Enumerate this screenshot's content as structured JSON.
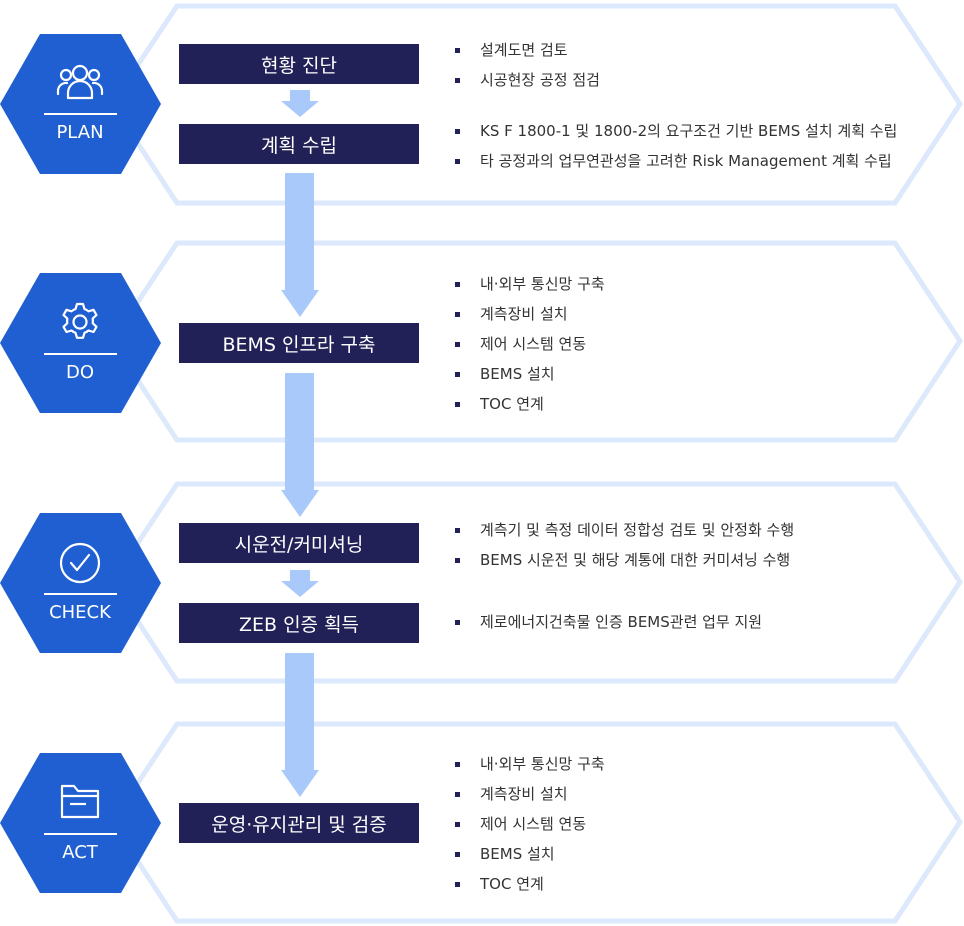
{
  "colors": {
    "hex_fill": "#1f5fd1",
    "panel_border": "#dce8fb",
    "step_fill": "#222157",
    "arrow": "#a9c9fb",
    "text": "#333333",
    "bullet": "#222157"
  },
  "phases": [
    {
      "label": "PLAN",
      "icon": "users-icon",
      "steps": [
        "현황 진단",
        "계획 수립"
      ],
      "bullet_groups": [
        [
          "설계도면 검토",
          "시공현장 공정 점검"
        ],
        [
          "KS F 1800-1 및 1800-2의 요구조건 기반 BEMS 설치 계획 수립",
          "타 공정과의 업무연관성을 고려한 Risk Management 계획 수립"
        ]
      ]
    },
    {
      "label": "DO",
      "icon": "gear-icon",
      "steps": [
        "BEMS 인프라 구축"
      ],
      "bullet_groups": [
        [
          "내·외부 통신망 구축",
          "계측장비 설치",
          "제어 시스템 연동",
          "BEMS 설치",
          "TOC 연계"
        ]
      ]
    },
    {
      "label": "CHECK",
      "icon": "check-circle-icon",
      "steps": [
        "시운전/커미셔닝",
        "ZEB 인증 획득"
      ],
      "bullet_groups": [
        [
          "계측기 및 측정 데이터 정합성 검토 및 안정화 수행",
          "BEMS 시운전 및 해당 계통에 대한 커미셔닝 수행"
        ],
        [
          "제로에너지건축물 인증 BEMS관련 업무 지원"
        ]
      ]
    },
    {
      "label": "ACT",
      "icon": "folder-icon",
      "steps": [
        "운영·유지관리 및 검증"
      ],
      "bullet_groups": [
        [
          "내·외부 통신망 구축",
          "계측장비 설치",
          "제어 시스템 연동",
          "BEMS 설치",
          "TOC 연계"
        ]
      ]
    }
  ]
}
